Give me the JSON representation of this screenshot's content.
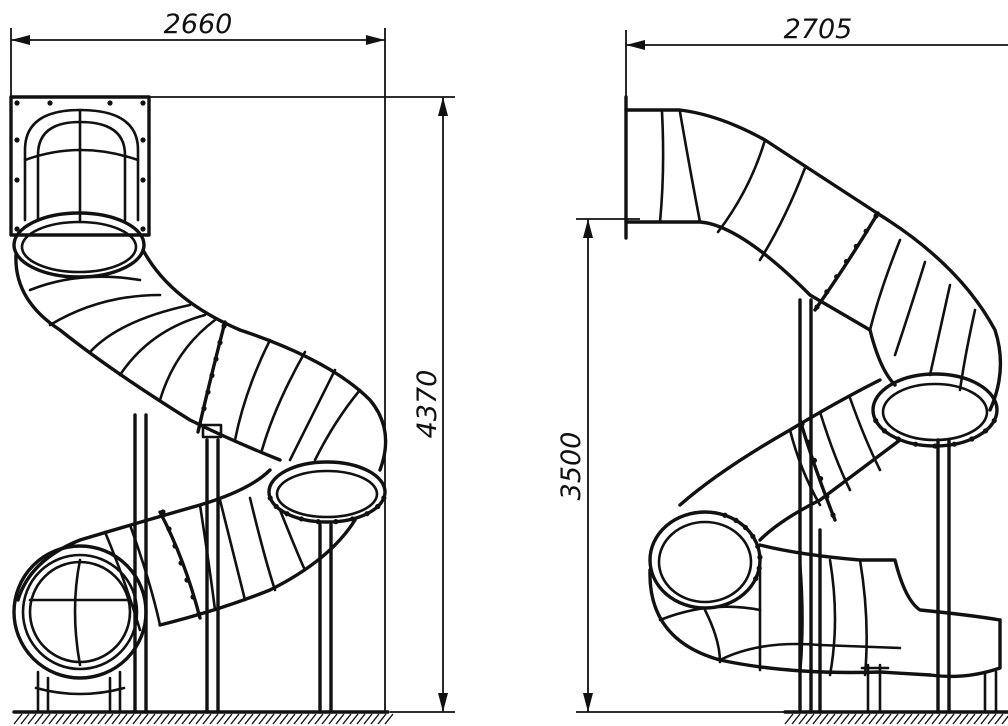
{
  "dimensions": {
    "left_width": "2660",
    "left_height": "4370",
    "right_width": "2705",
    "right_height": "3500"
  }
}
